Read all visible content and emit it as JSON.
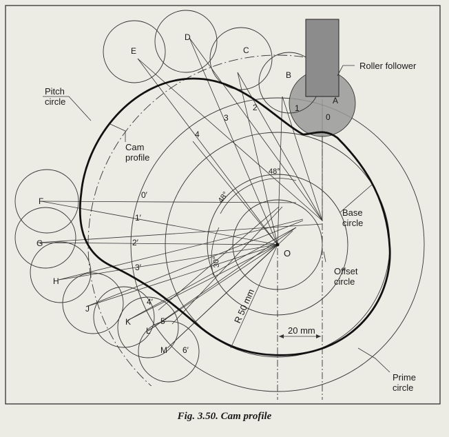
{
  "figure": {
    "caption": "Fig. 3.50. Cam profile",
    "labels": {
      "roller_follower": "Roller follower",
      "pitch_circle": [
        "Pitch",
        "circle"
      ],
      "cam_profile": [
        "Cam",
        "profile"
      ],
      "base_circle": [
        "Base",
        "circle"
      ],
      "offset_circle": [
        "Offset",
        "circle"
      ],
      "prime_circle": [
        "Prime",
        "circle"
      ],
      "radius_dim": "R 50 mm",
      "offset_dim": "20 mm",
      "angle_rise": "48°",
      "angle_mid": "48°",
      "angle_return": "30°",
      "center": "O"
    },
    "roller_points": [
      "A",
      "B",
      "C",
      "D",
      "E",
      "F",
      "G",
      "H",
      "J",
      "K",
      "L",
      "M"
    ],
    "rise_marks": [
      "0",
      "1",
      "2",
      "3",
      "4"
    ],
    "return_marks": [
      "0′",
      "1′",
      "2′",
      "3′",
      "4′",
      "5′",
      "6′"
    ]
  }
}
